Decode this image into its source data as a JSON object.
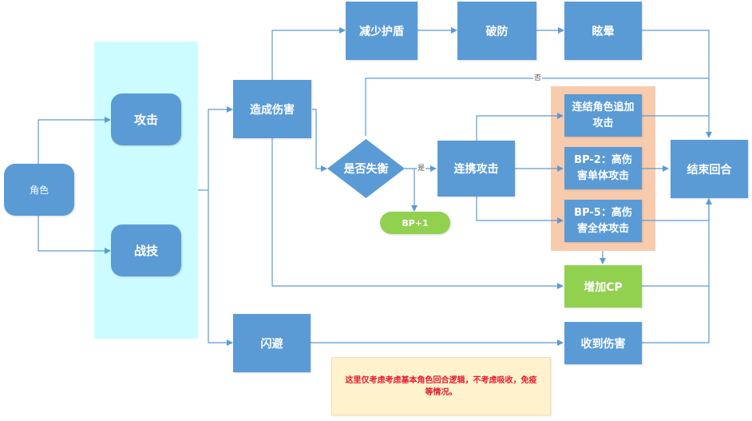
{
  "diagram": {
    "nodes": {
      "role": "角色",
      "attack": "攻击",
      "skill": "战技",
      "deal_damage": "造成伤害",
      "reduce_shield": "减少护盾",
      "break_defense": "破防",
      "stun": "眩晕",
      "is_broken": "是否失衡",
      "bp_plus": "BP+1",
      "combo_attack": "连携攻击",
      "linked_follow_up": "连结角色追加攻击",
      "bp2_single": "BP-2：高伤害单体攻击",
      "bp5_all": "BP-5：高伤害全体攻击",
      "end_turn": "结束回合",
      "add_cp": "增加CP",
      "dodge": "闪避",
      "take_damage": "收到伤害"
    },
    "edge_labels": {
      "yes": "是",
      "no": "否"
    },
    "note": "这里仅考虑考虑基本角色回合逻辑，不考虑吸收，免疫等情况。",
    "colors": {
      "node_blue": "#5b9bd5",
      "node_green": "#92d050",
      "action_region": "#ccfcff",
      "combo_region": "#f8cbad",
      "note_bg": "#fff2cc",
      "note_text": "#e8192c",
      "connector": "#5b9bd5"
    }
  }
}
